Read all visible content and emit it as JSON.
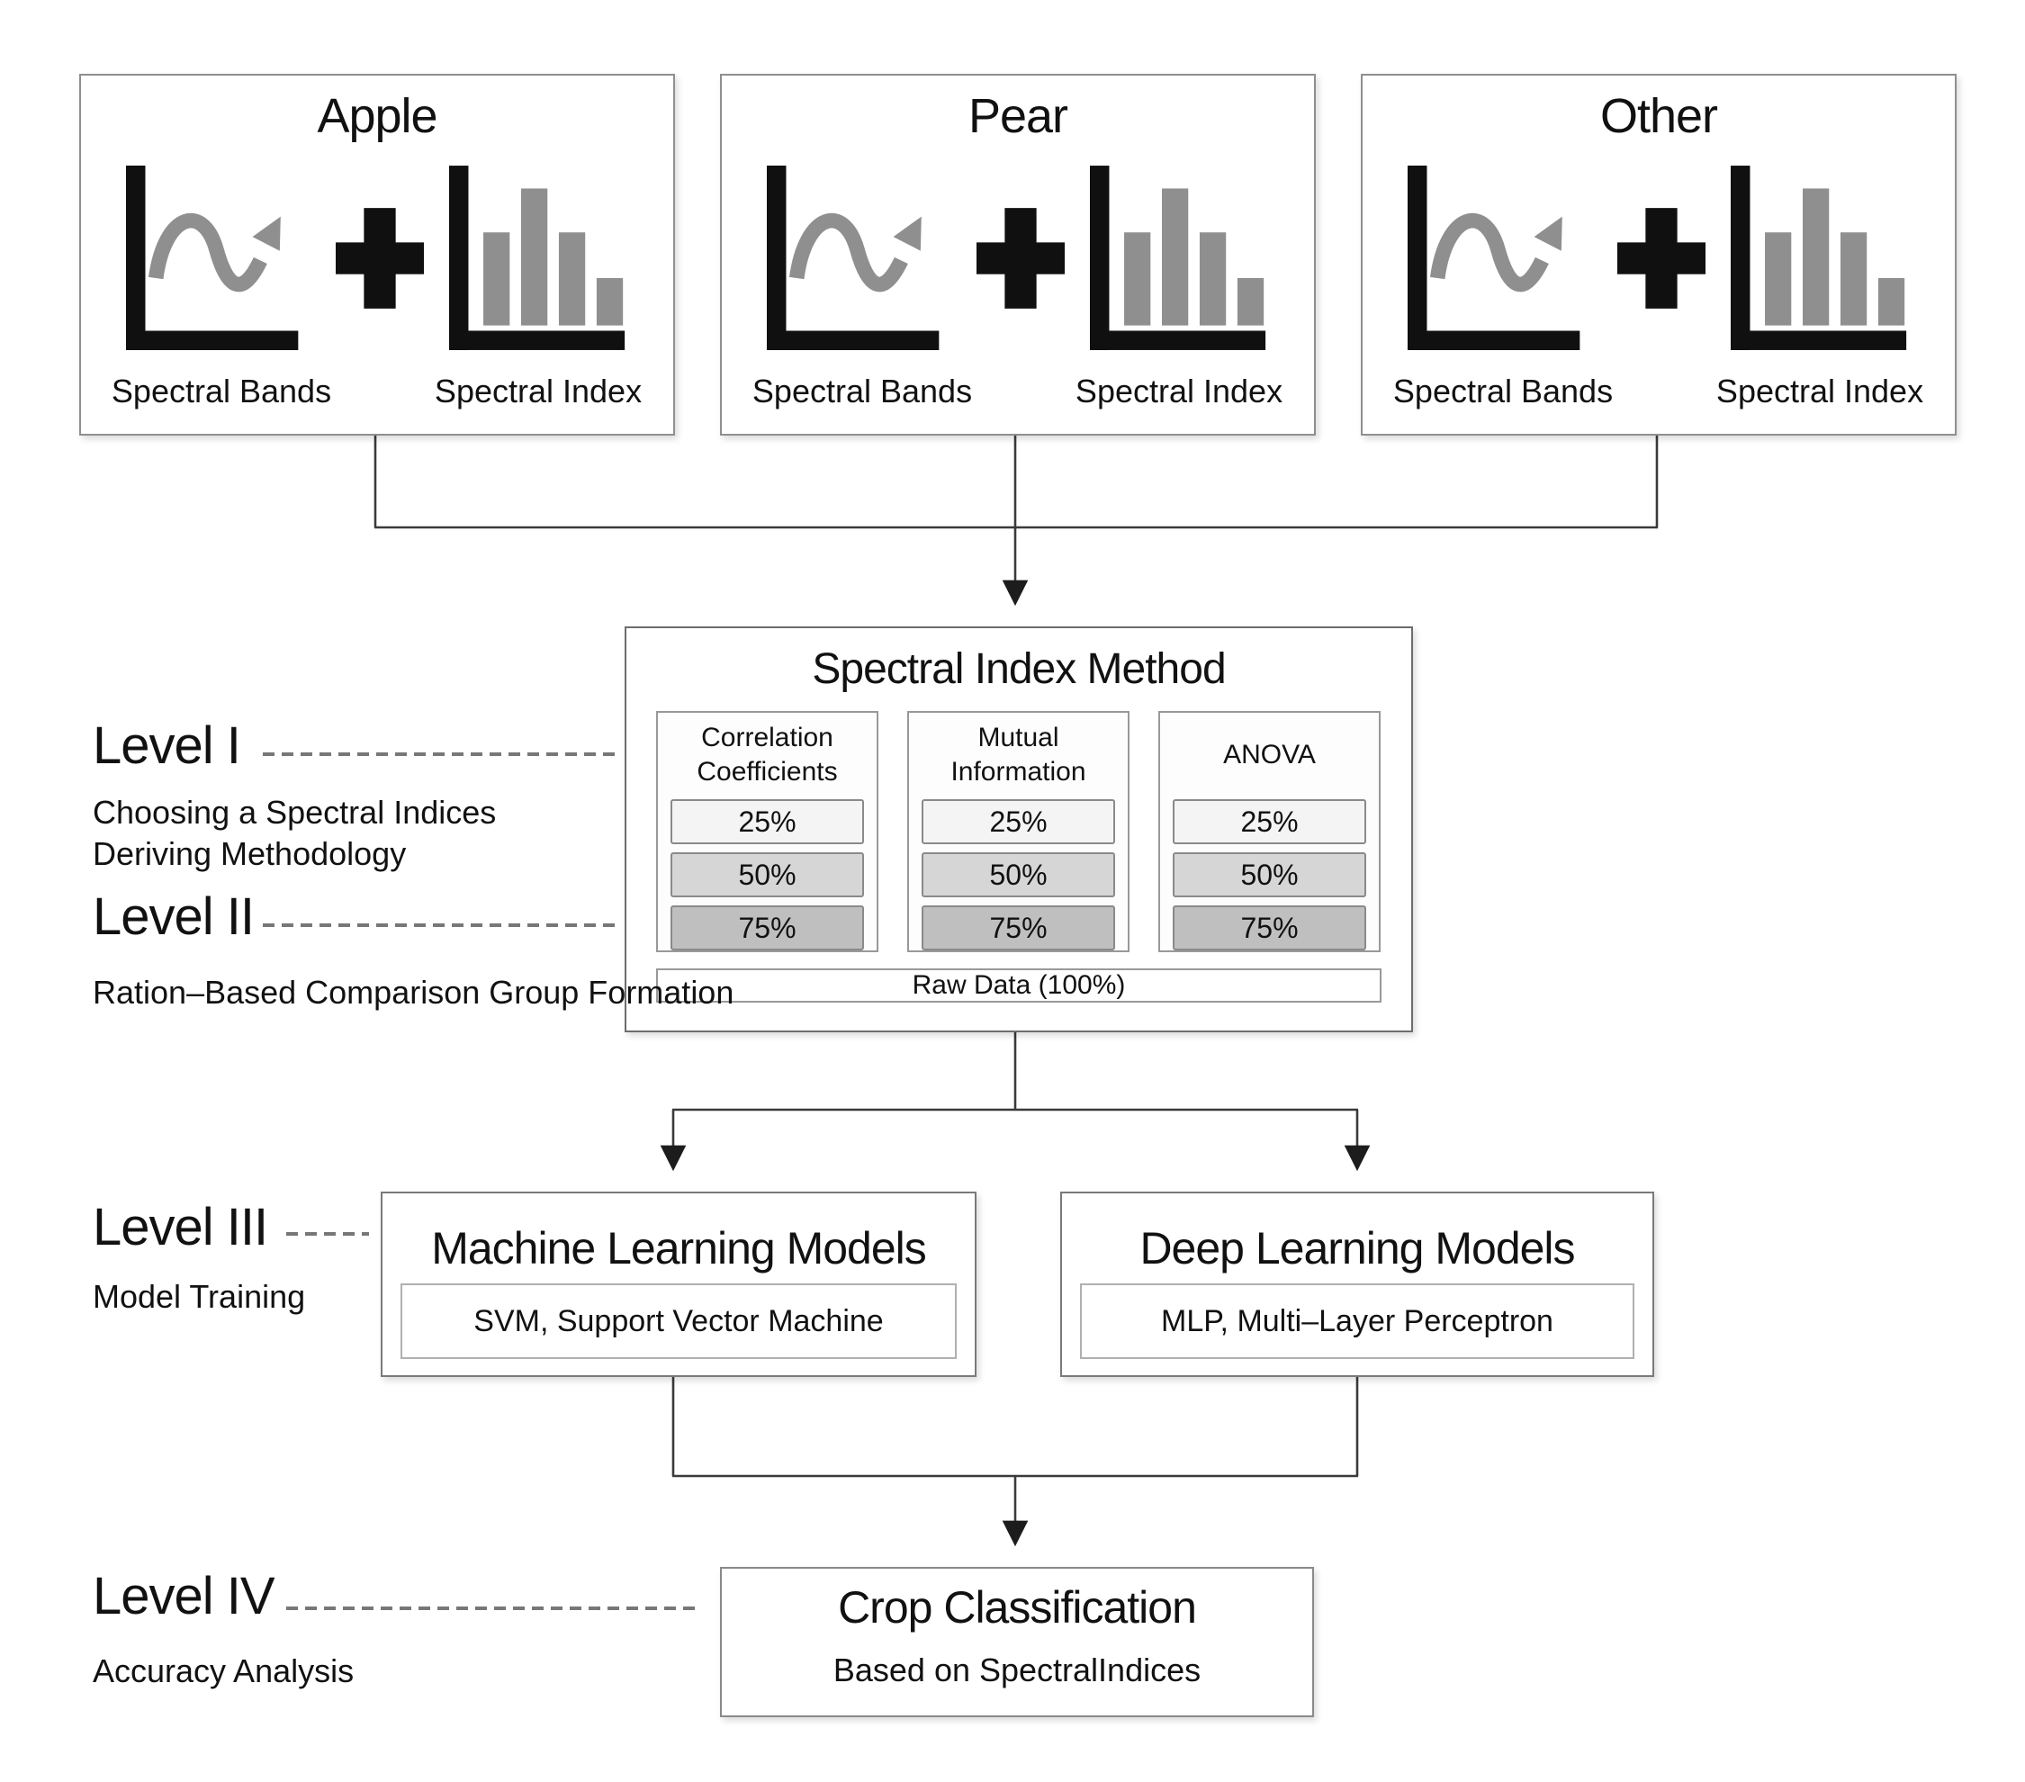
{
  "crops": [
    {
      "title": "Apple",
      "bands_label": "Spectral Bands",
      "index_label": "Spectral Index"
    },
    {
      "title": "Pear",
      "bands_label": "Spectral Bands",
      "index_label": "Spectral Index"
    },
    {
      "title": "Other",
      "bands_label": "Spectral Bands",
      "index_label": "Spectral Index"
    }
  ],
  "method": {
    "title": "Spectral Index Method",
    "columns": [
      {
        "header_lines": [
          "Correlation",
          "Coefficients"
        ],
        "rows": [
          "25%",
          "50%",
          "75%"
        ]
      },
      {
        "header_lines": [
          "Mutual",
          "Information"
        ],
        "rows": [
          "25%",
          "50%",
          "75%"
        ]
      },
      {
        "header_lines": [
          "ANOVA"
        ],
        "rows": [
          "25%",
          "50%",
          "75%"
        ]
      }
    ],
    "raw_data_label": "Raw Data (100%)"
  },
  "levels": [
    {
      "name": "Level I",
      "desc_lines": [
        "Choosing a Spectral Indices",
        "Deriving Methodology"
      ]
    },
    {
      "name": "Level II",
      "desc_lines": [
        "Ration–Based Comparison Group Formation"
      ]
    },
    {
      "name": "Level III",
      "desc_lines": [
        "Model Training"
      ]
    },
    {
      "name": "Level IV",
      "desc_lines": [
        "Accuracy Analysis"
      ]
    }
  ],
  "models": [
    {
      "title": "Machine Learning Models",
      "detail": "SVM, Support Vector Machine"
    },
    {
      "title": "Deep Learning Models",
      "detail": "MLP, Multi–Layer Perceptron"
    }
  ],
  "output": {
    "title": "Crop Classification",
    "subtitle": "Based on SpectralIndices"
  },
  "icons": {
    "bands": "line-chart-wave-arrow-icon",
    "plus": "plus-icon",
    "index": "bar-chart-icon"
  },
  "colors": {
    "row_25": "#f4f4f4",
    "row_50": "#d6d6d6",
    "row_75": "#bfbfbf",
    "icon_gray": "#8f8f8f",
    "icon_black": "#101010",
    "connector": "#333333",
    "dash": "#777777"
  }
}
